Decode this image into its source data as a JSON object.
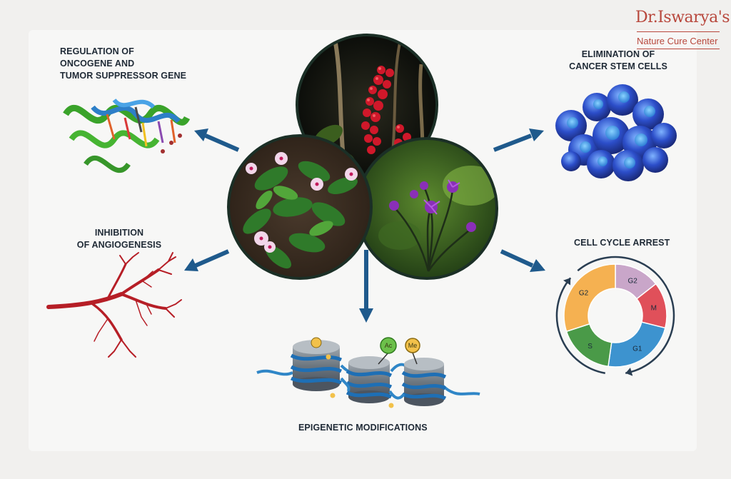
{
  "logo": {
    "brand": "Dr.Iswarya's",
    "subtitle": "Nature Cure Center"
  },
  "labels": {
    "regulation": [
      "REGULATION OF",
      "ONCOGENE AND",
      "TUMOR SUPPRESSOR GENE"
    ],
    "elimination": [
      "ELIMINATION OF",
      "CANCER STEM CELLS"
    ],
    "angiogenesis": [
      "INHIBITION",
      "OF ANGIOGENESIS"
    ],
    "cell_cycle": [
      "CELL CYCLE ARREST"
    ],
    "epigenetic": [
      "EPIGENETIC MODIFICATIONS"
    ]
  },
  "cell_cycle": {
    "phases": [
      "G2",
      "M",
      "G1",
      "S",
      "G2"
    ]
  },
  "epigenetic_marks": [
    "Ac",
    "Me"
  ],
  "colors": {
    "arrow": "#1f5a8c",
    "g2_orange": "#f5b151",
    "g2_purple": "#c9a6c9",
    "m_red": "#e0505a",
    "g1_blue": "#3d93cf",
    "s_green": "#4a9a48"
  },
  "icons": [
    "dna-icon",
    "blood-vessel-icon",
    "stem-cells-icon",
    "chromatin-icon",
    "cell-cycle-icon"
  ]
}
